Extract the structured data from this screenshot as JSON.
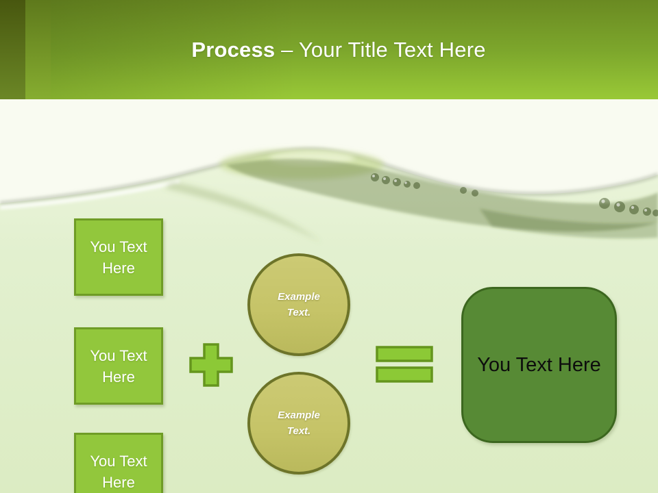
{
  "title": {
    "bold": "Process",
    "rest": " – Your Title Text Here"
  },
  "left_boxes": [
    {
      "label": "You Text Here"
    },
    {
      "label": "You Text Here"
    },
    {
      "label": "You Text Here"
    }
  ],
  "circles": [
    {
      "label": "Example Text."
    },
    {
      "label": "Example Text."
    }
  ],
  "operators": {
    "plus": "+",
    "equals": "="
  },
  "result_box": {
    "label": "You Text Here"
  },
  "colors": {
    "bright-green": "#92c73c",
    "bright-green-border": "#6f9c26",
    "olive-circle": "#c6c468",
    "olive-circle-border": "#6d7429",
    "dark-green-box": "#578a35",
    "dark-green-box-border": "#3c671f",
    "header-green-top": "#6a8a22",
    "header-green-bottom": "#99c937",
    "bg-light-green": "#dfeec9",
    "bg-white": "#f9fbf1",
    "title-text": "#ffffff"
  }
}
